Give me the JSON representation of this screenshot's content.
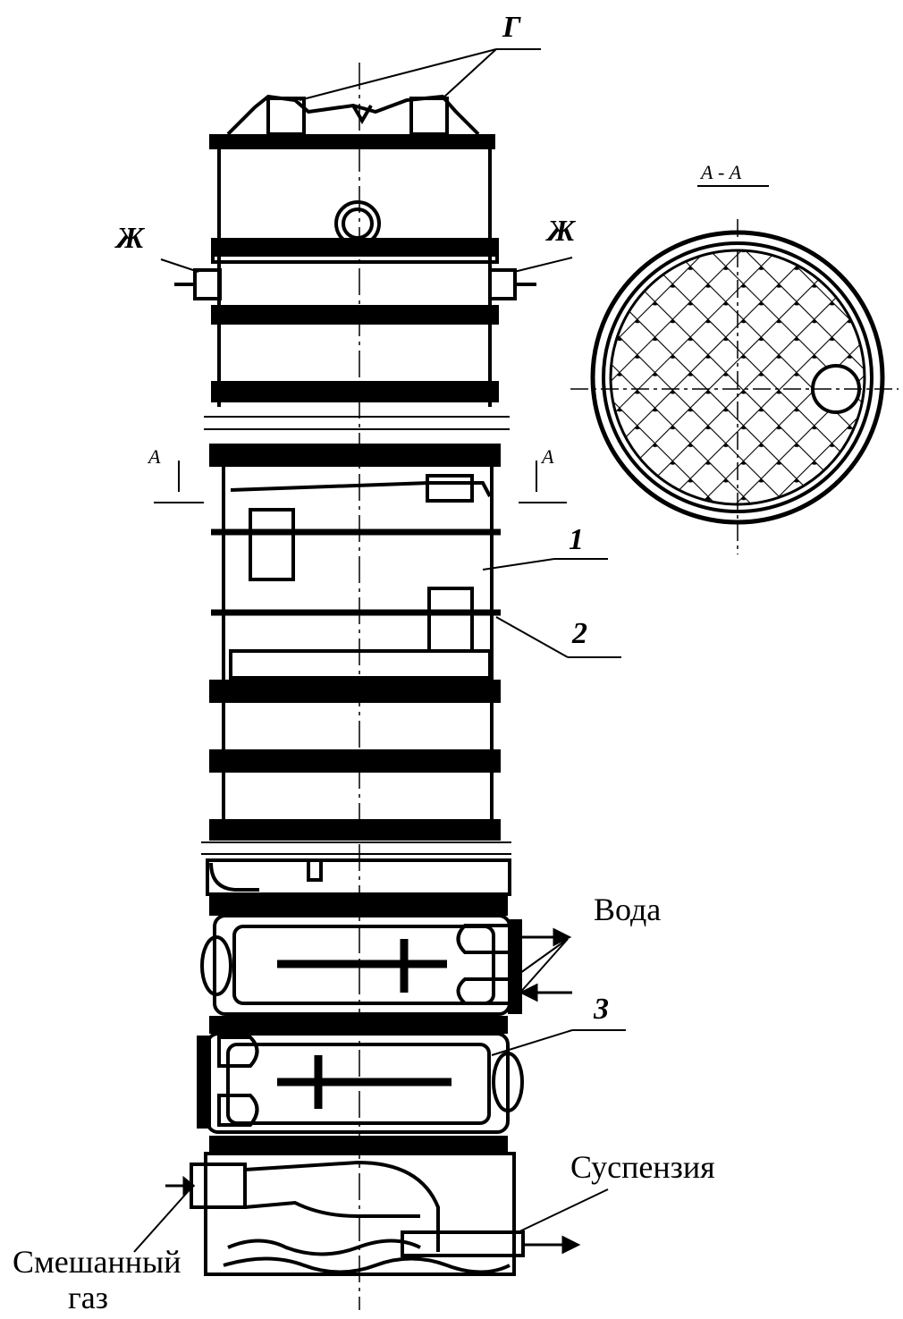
{
  "labels": {
    "gamma": "Г",
    "zh_left": "Ж",
    "zh_right": "Ж",
    "section_title": "А - А",
    "section_a_left": "А",
    "section_a_right": "А",
    "callout_1": "1",
    "callout_2": "2",
    "callout_3": "3",
    "water": "Вода",
    "suspension": "Суспензия",
    "mixed_gas_line1": "Смешанный",
    "mixed_gas_line2": "газ"
  },
  "colors": {
    "ink": "#000000",
    "paper": "#ffffff"
  }
}
